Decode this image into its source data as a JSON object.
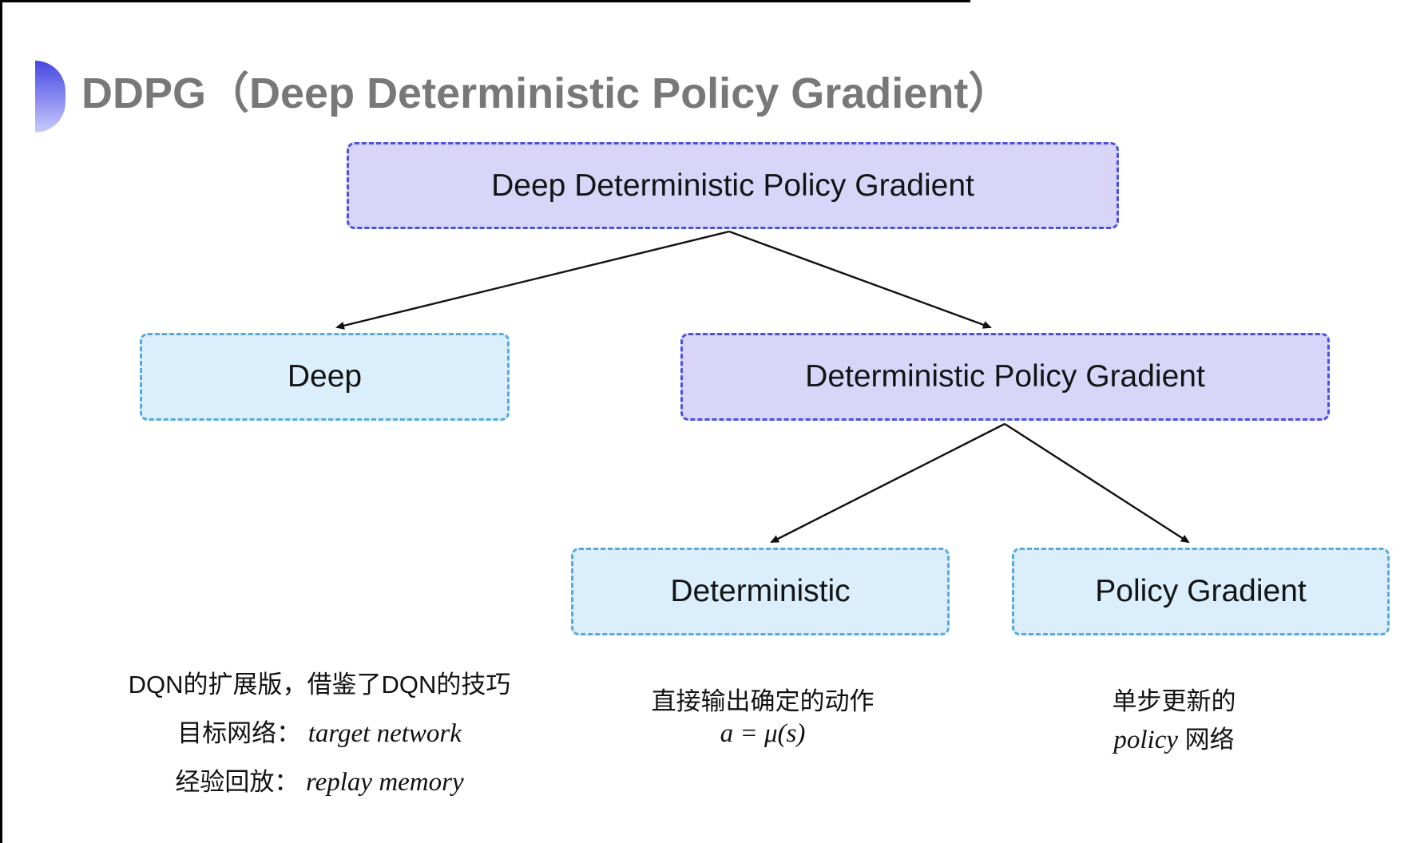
{
  "slide": {
    "title": "DDPG（Deep Deterministic Policy Gradient）"
  },
  "diagram": {
    "nodes": {
      "root": {
        "label": "Deep Deterministic Policy Gradient"
      },
      "deep": {
        "label": "Deep"
      },
      "dpg": {
        "label": "Deterministic Policy Gradient"
      },
      "deterministic": {
        "label": "Deterministic"
      },
      "policy_gradient": {
        "label": "Policy Gradient"
      }
    },
    "colors": {
      "accent": "#4348e0",
      "purple_fill": "#d8d5f8",
      "purple_border": "#4a50e2",
      "blue_fill": "#daeffb",
      "blue_border": "#56aadf",
      "arrow": "#111111",
      "title_gray": "#787878"
    }
  },
  "notes": {
    "deep": {
      "line1": "DQN的扩展版，借鉴了DQN的技巧",
      "line2_label": "目标网络：",
      "line2_term": "target network",
      "line3_label": "经验回放：",
      "line3_term": "replay memory"
    },
    "deterministic": {
      "line1": "直接输出确定的动作",
      "formula": "a = μ(s)"
    },
    "policy_gradient": {
      "line1": "单步更新的",
      "line2_term": "policy",
      "line2_suffix": " 网络"
    }
  }
}
